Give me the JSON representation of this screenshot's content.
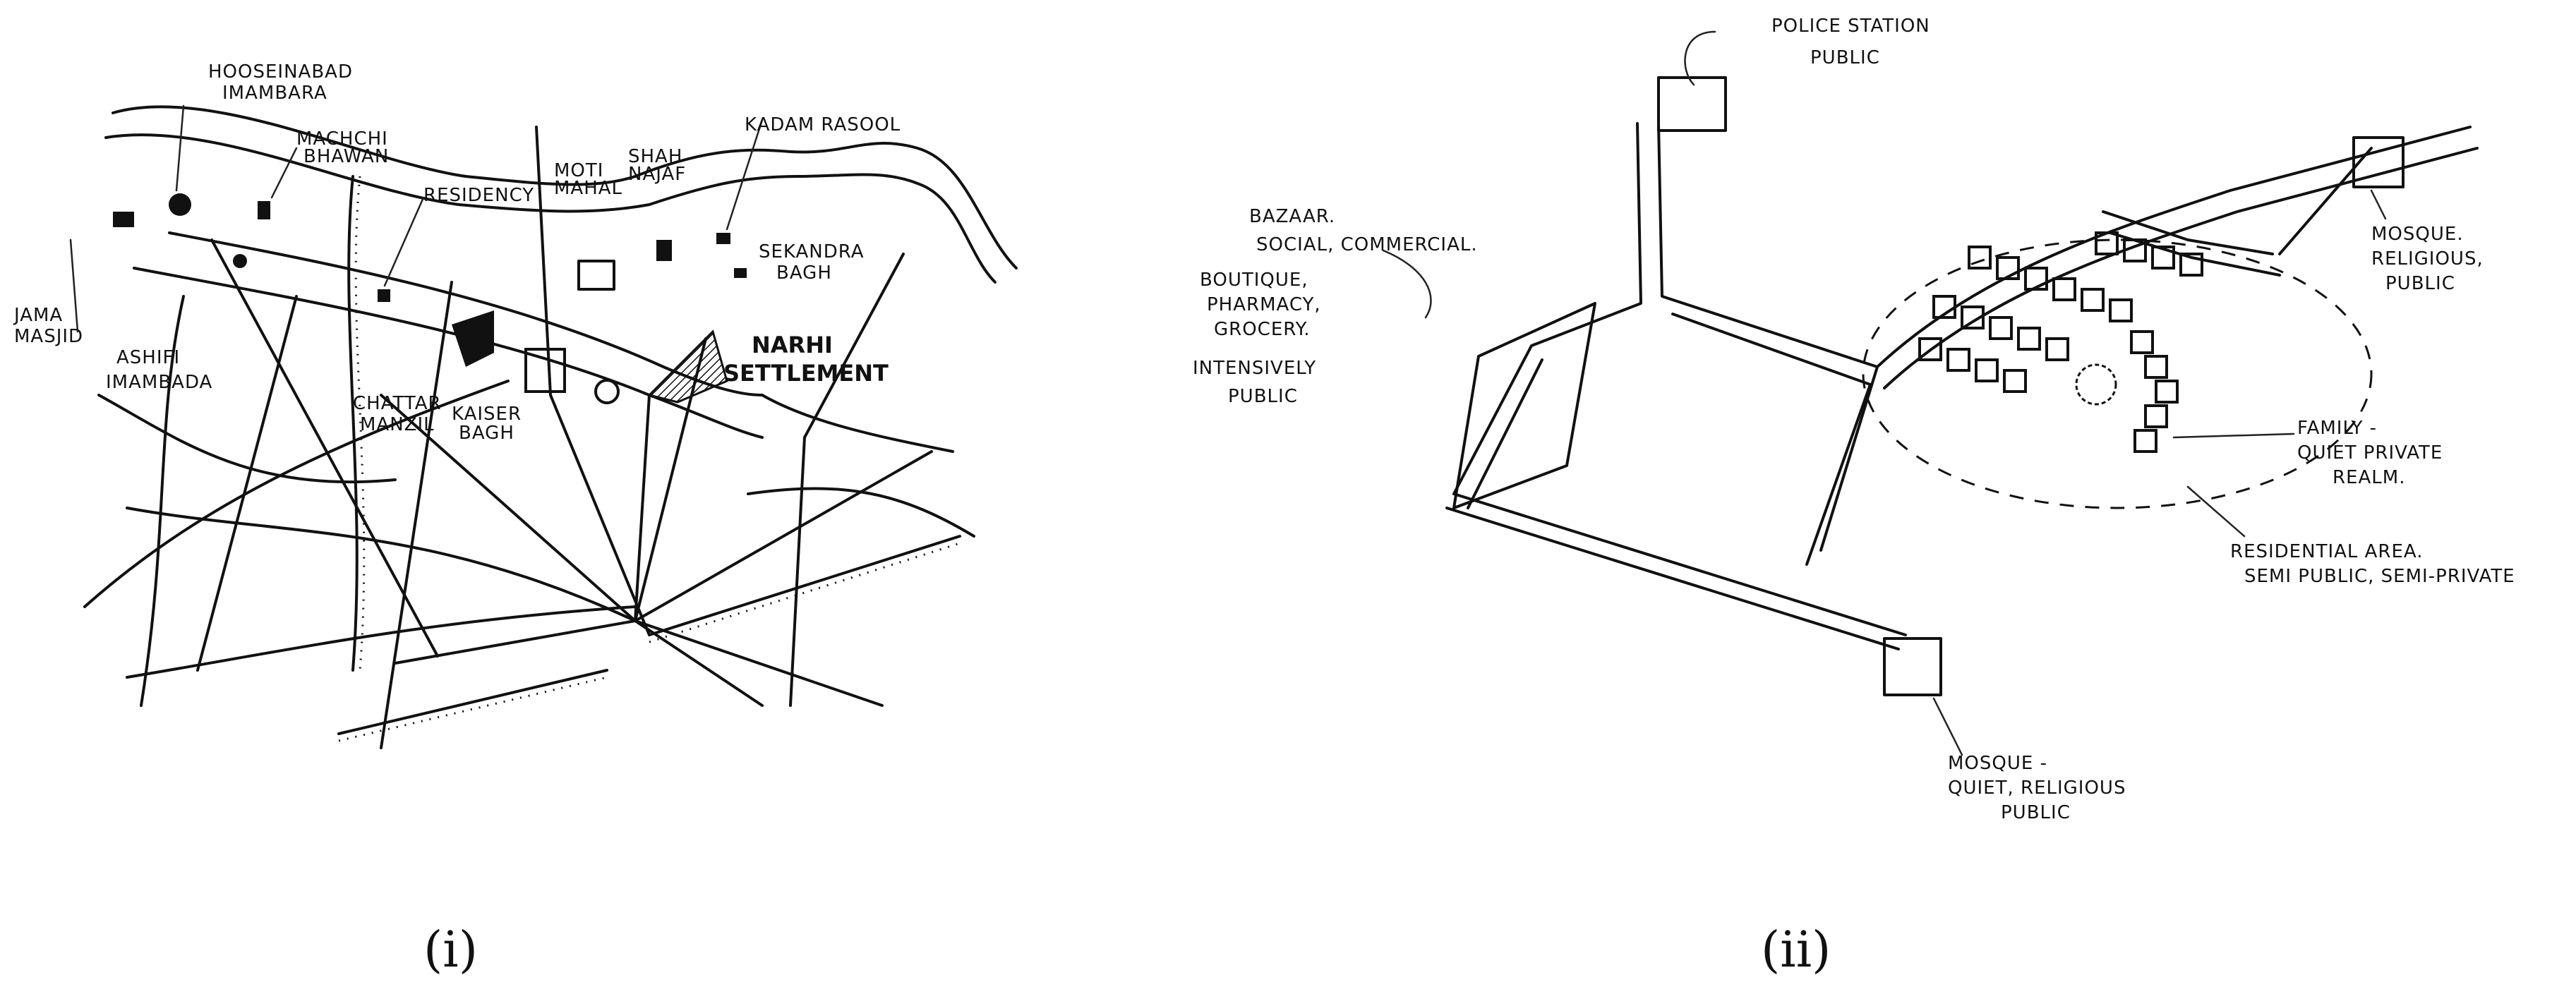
{
  "panel_i": {
    "caption": "(i)",
    "labels": {
      "hooseinabad": [
        "HOOSEINABAD",
        "IMAMBARA"
      ],
      "machchi": [
        "MACHCHI",
        "BHAWAN"
      ],
      "residency": "RESIDENCY",
      "moti": [
        "MOTI",
        "MAHAL"
      ],
      "shah_najaf": [
        "SHAH",
        "NAJAF"
      ],
      "kadam_rasool": "KADAM RASOOL",
      "sekandra": [
        "SEKANDRA",
        "BAGH"
      ],
      "jama": [
        "JAMA",
        "MASJID"
      ],
      "ashifi": [
        "ASHIFI",
        "IMAMBADA"
      ],
      "chattar": [
        "CHATTAR",
        "MANZIL"
      ],
      "kaiser": [
        "KAISER",
        "BAGH"
      ],
      "narhi": [
        "NARHI",
        "SETTLEMENT"
      ]
    }
  },
  "panel_ii": {
    "caption": "(ii)",
    "labels": {
      "police": [
        "POLICE STATION",
        "PUBLIC"
      ],
      "bazaar": [
        "BAZAAR.",
        "SOCIAL, COMMERCIAL."
      ],
      "boutique": [
        "BOUTIQUE,",
        "PHARMACY,",
        "GROCERY.",
        "INTENSIVELY",
        "PUBLIC"
      ],
      "mosque_top": [
        "MOSQUE.",
        "RELIGIOUS,",
        "PUBLIC"
      ],
      "family": [
        "FAMILY -",
        "QUIET PRIVATE",
        "REALM."
      ],
      "residential": [
        "RESIDENTIAL AREA.",
        "SEMI PUBLIC, SEMI-PRIVATE"
      ],
      "mosque_bottom": [
        "MOSQUE -",
        "QUIET, RELIGIOUS",
        "PUBLIC"
      ]
    }
  }
}
